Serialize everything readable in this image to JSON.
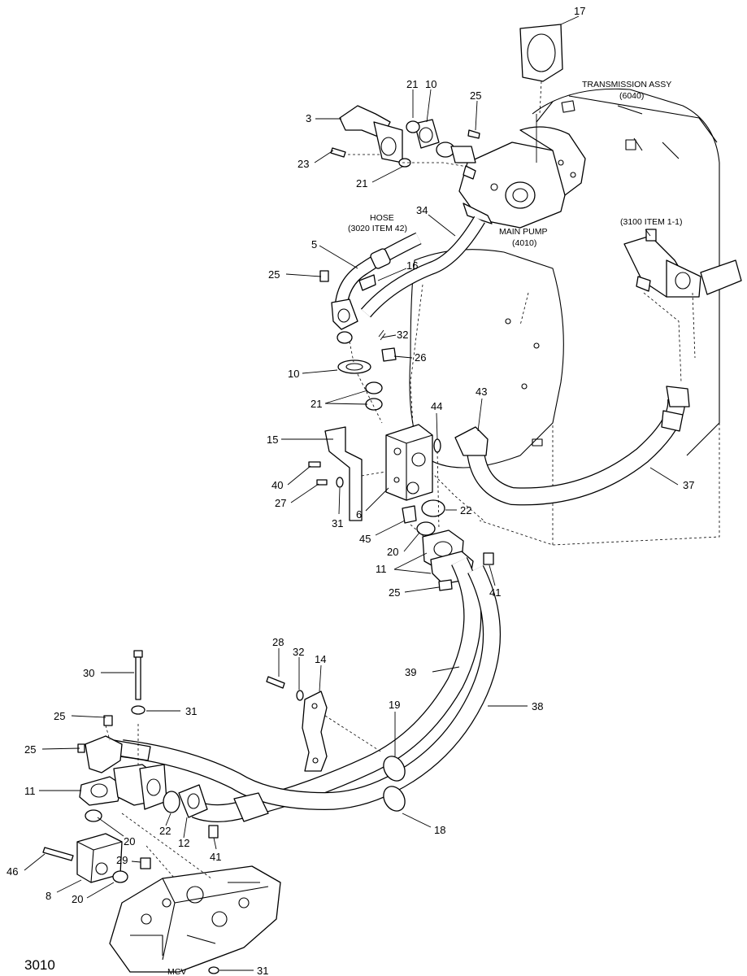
{
  "page_code": "3010",
  "notes": {
    "transmission": "TRANSMISSION ASSY",
    "transmission_ref": "(6040)",
    "hose": "HOSE",
    "hose_ref": "(3020 ITEM 42)",
    "main_pump": "MAIN PUMP",
    "main_pump_ref": "(4010)",
    "item_ref": "(3100 ITEM 1-1)",
    "mcv": "MCV"
  },
  "callouts": {
    "c17": "17",
    "c21a": "21",
    "c10a": "10",
    "c25a": "25",
    "c3": "3",
    "c23": "23",
    "c21b": "21",
    "c34": "34",
    "c5": "5",
    "c25b": "25",
    "c16": "16",
    "c32a": "32",
    "c26": "26",
    "c10b": "10",
    "c21c": "21",
    "c44": "44",
    "c43": "43",
    "c15": "15",
    "c40": "40",
    "c27": "27",
    "c31a": "31",
    "c6": "6",
    "c22a": "22",
    "c45": "45",
    "c20a": "20",
    "c11a": "11",
    "c25c": "25",
    "c41a": "41",
    "c37": "37",
    "c28": "28",
    "c32b": "32",
    "c14": "14",
    "c39": "39",
    "c38": "38",
    "c30": "30",
    "c25d": "25",
    "c31b": "31",
    "c25e": "25",
    "c19": "19",
    "c11b": "11",
    "c20b": "20",
    "c22b": "22",
    "c12": "12",
    "c41b": "41",
    "c18": "18",
    "c46": "46",
    "c29": "29",
    "c8": "8",
    "c20c": "20",
    "c31c": "31"
  }
}
